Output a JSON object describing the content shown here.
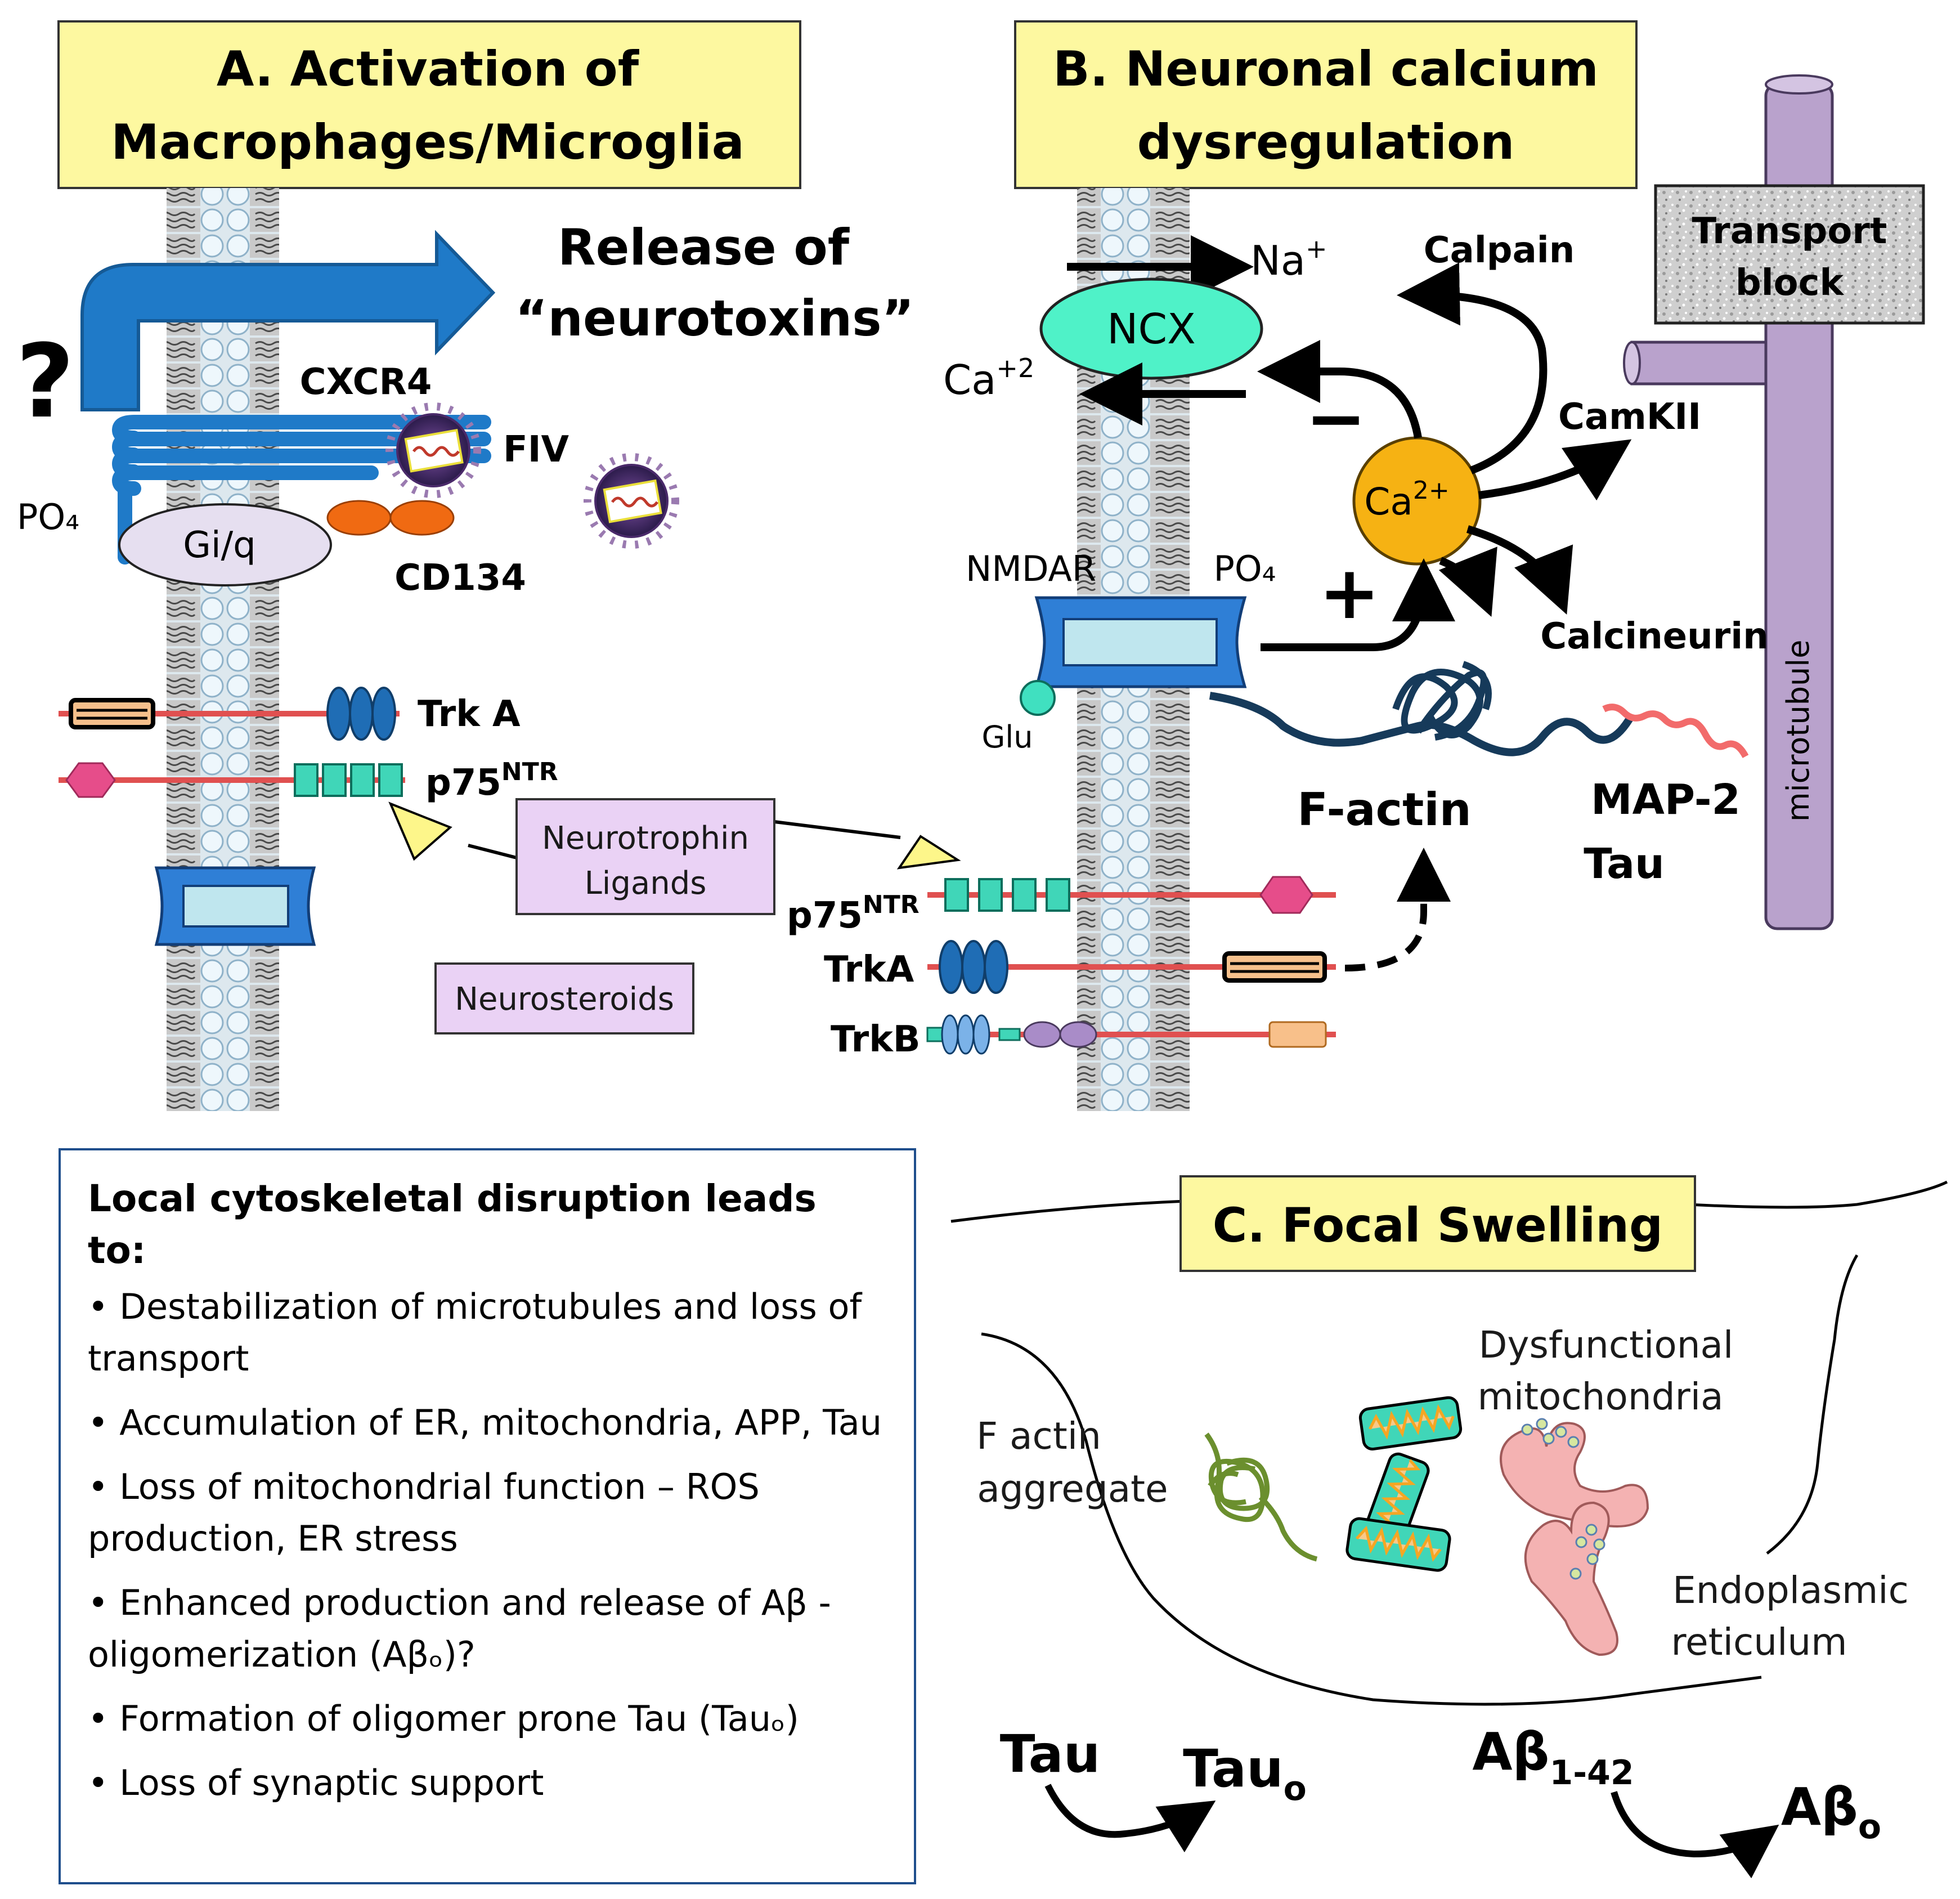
{
  "panel_a": {
    "title_line1": "A.  Activation of",
    "title_line2": "Macrophages/Microglia",
    "release_line1": "Release of",
    "release_line2": "“neurotoxins”",
    "question": "?",
    "cxcr4": "CXCR4",
    "fiv": "FIV",
    "po4": "PO₄",
    "giq": "Gi/q",
    "cd134": "CD134",
    "trka": "Trk A",
    "p75": "p75",
    "p75_sup": "NTR"
  },
  "shared": {
    "neurotrophin_line1": "Neurotrophin",
    "neurotrophin_line2": "Ligands",
    "neurosteroids": "Neurosteroids"
  },
  "panel_b": {
    "title_line1": "B.  Neuronal calcium",
    "title_line2": "dysregulation",
    "transport_line1": "Transport",
    "transport_line2": "block",
    "na": "Na",
    "na_sup": "+",
    "ncx": "NCX",
    "ca": "Ca",
    "ca_sup": "+2",
    "minus": "−",
    "plus": "+",
    "ca2": "Ca",
    "ca2_sup": "2+",
    "calpain": "Calpain",
    "camkii": "CamKII",
    "calcineurin": "Calcineurin",
    "nmdar": "NMDAR",
    "po4": "PO₄",
    "glu": "Glu",
    "factin": "F-actin",
    "map2": "MAP-2",
    "tau": "Tau",
    "microtubule": "microtubule",
    "p75": "p75",
    "p75_sup": "NTR",
    "trka": "TrkA",
    "trkb": "TrkB"
  },
  "list": {
    "title": "Local cytoskeletal disruption leads to:",
    "items": [
      "•  Destabilization of microtubules  and loss of transport",
      "• Accumulation of ER, mitochondria,  APP, Tau",
      "• Loss of mitochondrial  function – ROS production,  ER stress",
      "• Enhanced production  and release of Aβ -  oligomerization (Aβₒ)?",
      "• Formation  of oligomer prone Tau (Tauₒ)",
      "•  Loss of synaptic support"
    ]
  },
  "panel_c": {
    "title": "C.  Focal Swelling",
    "dysfunctional_line1": "Dysfunctional",
    "dysfunctional_line2": "mitochondria",
    "factin_line1": "F actin",
    "factin_line2": "aggregate",
    "er_line1": "Endoplasmic",
    "er_line2": "reticulum",
    "tau": "Tau",
    "tau_o": "Tau",
    "tau_o_sub": "o",
    "abeta": "Aβ",
    "abeta_sub": "1-42",
    "abeta_o": "Aβ",
    "abeta_o_sub": "o"
  },
  "colors": {
    "title_box": "#fdf8a0",
    "receptor_blue": "#1f7ac8",
    "ncx_teal": "#4ff2c8",
    "calcium_orange": "#f6b213",
    "cd134_orange": "#f06a12",
    "microtubule_purple": "#b9a2cc",
    "ligand_box": "#ead2f5"
  }
}
